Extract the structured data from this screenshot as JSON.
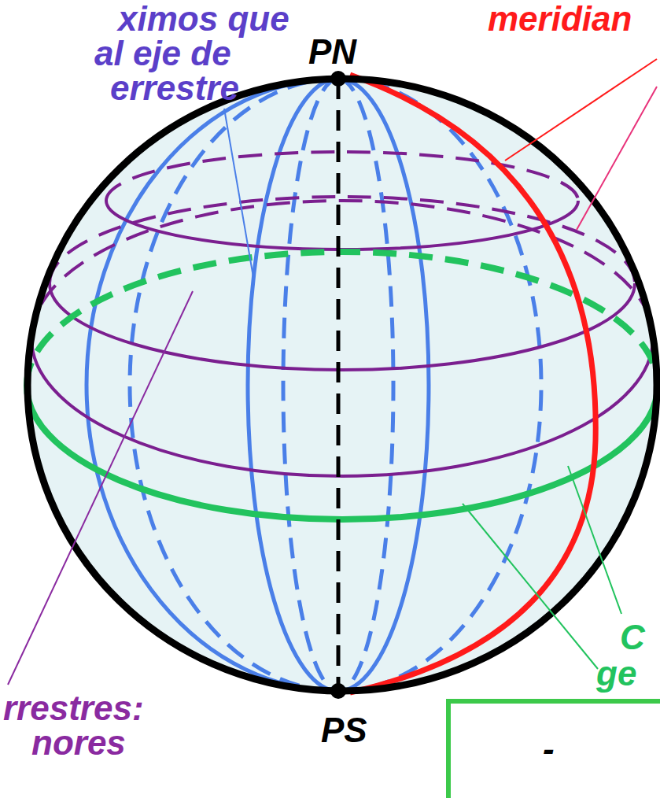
{
  "diagram": {
    "labels": [
      "ximos que",
      "al eje de",
      "errestre",
      "PN",
      "meridian",
      "rrestres:",
      "nores",
      "PS",
      "C",
      "ge",
      "-"
    ]
  }
}
